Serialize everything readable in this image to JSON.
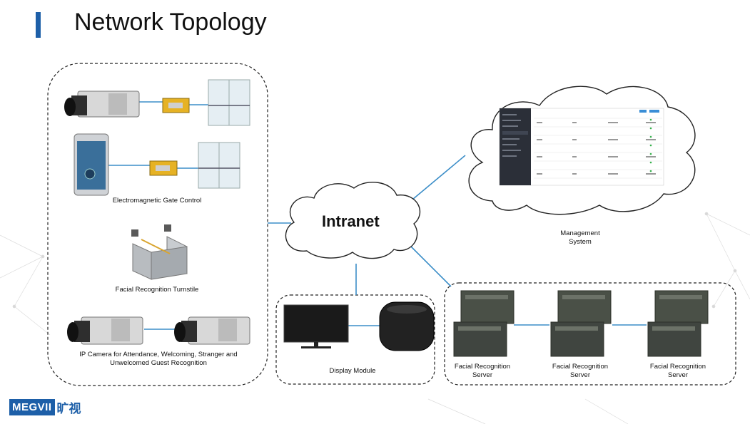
{
  "title": "Network Topology",
  "accent_color": "#1d5fa8",
  "labels": {
    "gate_control": "Electromagnetic Gate Control",
    "turnstile": "Facial Recognition Turnstile",
    "ip_camera_line1": "IP Camera for Attendance, Welcoming, Stranger and",
    "ip_camera_line2": "Unwelcomed Guest Recognition",
    "intranet": "Intranet",
    "management_line1": "Management",
    "management_line2": "System",
    "display_module": "Display Module",
    "server_line1": "Facial Recognition",
    "server_line2": "Server"
  },
  "logo": {
    "brand": "MEGVII",
    "cn": "旷视"
  }
}
